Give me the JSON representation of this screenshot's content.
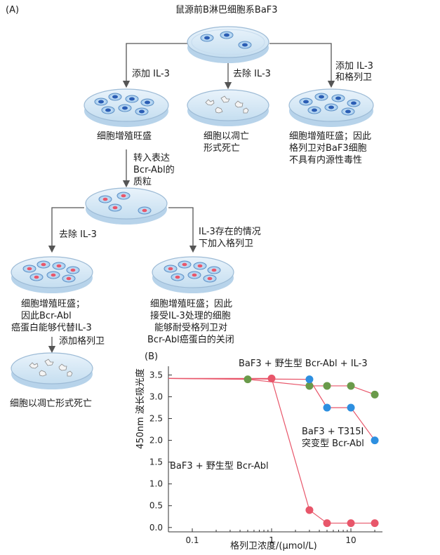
{
  "panel_a": {
    "label": "(A)",
    "top_title": "鼠源前B淋巴细胞系BaF3",
    "arrow_add_il3": "添加 IL-3",
    "arrow_remove_il3": "去除 IL-3",
    "arrow_add_il3_gleevec": [
      "添加 IL-3",
      "和格列卫"
    ],
    "result_proliferate": "细胞增殖旺盛",
    "result_apoptosis": [
      "细胞以凋亡",
      "形式死亡"
    ],
    "result_no_toxicity": [
      "细胞增殖旺盛；因此",
      "格列卫对BaF3细胞",
      "不具有内源性毒性"
    ],
    "transfect": [
      "转入表达",
      "Bcr-Abl的",
      "质粒"
    ],
    "arrow_remove_il3_2": "去除 IL-3",
    "arrow_il3_present_gleevec": [
      "IL-3存在的情况",
      "下加入格列卫"
    ],
    "result_bcrabl_replaces": [
      "细胞增殖旺盛；",
      "因此Bcr-Abl",
      "癌蛋白能够代替IL-3"
    ],
    "arrow_add_gleevec": "添加格列卫",
    "result_tolerate": [
      "细胞增殖旺盛；因此",
      "接受IL-3处理的细胞",
      "能够耐受格列卫对",
      "Bcr-Abl癌蛋白的关闭"
    ],
    "result_final_apoptosis": "细胞以凋亡形式死亡"
  },
  "panel_b": {
    "label": "(B)",
    "series_labels": {
      "wt_il3": "BaF3 + 野生型 Bcr-Abl + IL-3",
      "t315i": [
        "BaF3 + T315I",
        "突变型 Bcr-Abl"
      ],
      "wt": "BaF3 + 野生型 Bcr-Abl"
    }
  },
  "chart_data": {
    "type": "scatter",
    "xlabel": "格列卫浓度/(μmol/L)",
    "ylabel": "450nm 波长吸光度",
    "xscale": "log",
    "xlim": [
      0.05,
      25
    ],
    "ylim": [
      -0.1,
      3.7
    ],
    "x_ticks": [
      0.1,
      1,
      10
    ],
    "x_tick_labels": [
      "0.1",
      "1",
      "10"
    ],
    "y_ticks": [
      0.0,
      0.5,
      1.0,
      1.5,
      2.0,
      2.5,
      3.0,
      3.5
    ],
    "y_tick_labels": [
      "0.0",
      "0.5",
      "1.0",
      "1.5",
      "2.0",
      "2.5",
      "3.0",
      "3.5"
    ],
    "series": [
      {
        "name": "BaF3 + 野生型 Bcr-Abl + IL-3",
        "color": "#6a9a4a",
        "x": [
          0.5,
          3,
          5,
          10,
          20
        ],
        "y": [
          3.4,
          3.25,
          3.25,
          3.25,
          3.05
        ]
      },
      {
        "name": "BaF3 + T315I 突变型 Bcr-Abl",
        "color": "#2d8fe0",
        "x": [
          3,
          5,
          10,
          20
        ],
        "y": [
          3.4,
          2.75,
          2.75,
          2.0
        ]
      },
      {
        "name": "BaF3 + 野生型 Bcr-Abl",
        "color": "#e8566a",
        "x": [
          1,
          3,
          5,
          10,
          20
        ],
        "y": [
          3.42,
          0.4,
          0.1,
          0.1,
          0.1
        ]
      }
    ],
    "curve_color": "#e8566a"
  }
}
